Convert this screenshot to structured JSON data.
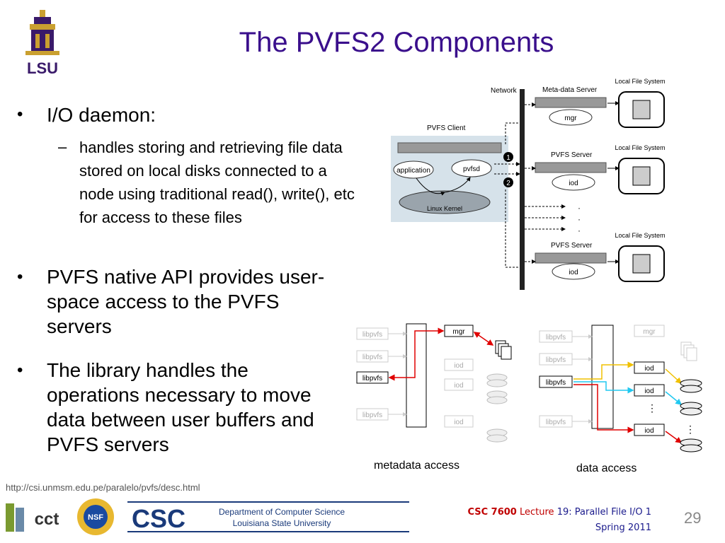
{
  "slide": {
    "title": "The PVFS2 Components",
    "bullets": [
      {
        "text": "I/O daemon:",
        "sub": "handles storing and retrieving file data stored on local disks connected to a node using traditional read(), write(), etc for access to these files"
      },
      {
        "text": "PVFS native API provides user-space access to the PVFS servers"
      },
      {
        "text": "The library handles the operations necessary to move data between user buffers and PVFS servers"
      }
    ],
    "reference_url": "http://csi.unmsm.edu.pe/paralelo/pvfs/desc.html",
    "footer": {
      "course": "CSC 7600",
      "lecture_word": "Lecture",
      "lecture_rest": "19: Parallel File I/O 1",
      "term": "Spring 2011"
    },
    "page_number": "29",
    "logos": {
      "lsu": "LSU",
      "csc": "CSC",
      "dept_line1": "Department of Computer Science",
      "dept_line2": "Louisiana State University",
      "cct": "cct",
      "nsf": "NSF"
    }
  },
  "arch_diagram": {
    "network": "Network",
    "client": "PVFS Client",
    "application": "application",
    "pvfsd": "pvfsd",
    "kernel": "Linux Kernel",
    "meta_server": "Meta-data Server",
    "mgr": "mgr",
    "local_fs": "Local File System",
    "pvfs_server": "PVFS Server",
    "iod": "iod",
    "marker1": "1",
    "marker2": "2"
  },
  "metadata_diagram": {
    "caption": "metadata access",
    "lib": "libpvfs",
    "mgr": "mgr",
    "iod": "iod"
  },
  "data_diagram": {
    "caption": "data access",
    "lib": "libpvfs",
    "mgr": "mgr",
    "iod": "iod"
  },
  "colors": {
    "title": "#3a0f8c",
    "red_arrow": "#e00000",
    "yellow_arrow": "#f0c000",
    "cyan_arrow": "#20c8f0",
    "green_arrow": "#20b020",
    "footer_red": "#c00000",
    "footer_blue": "#1a1a8c"
  }
}
